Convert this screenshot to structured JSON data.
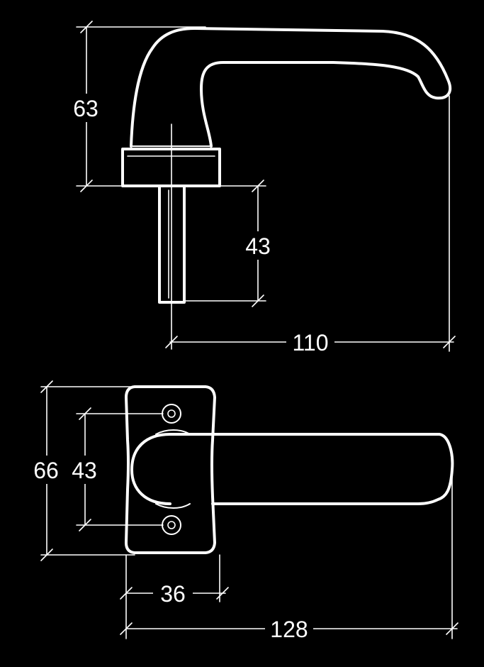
{
  "colors": {
    "background": "#000000",
    "line": "#ffffff"
  },
  "side_view": {
    "height_label": "63",
    "spindle_label": "43",
    "length_label": "110"
  },
  "top_view": {
    "rose_height_label": "66",
    "hole_spacing_label": "43",
    "rose_width_label": "36",
    "overall_length_label": "128"
  }
}
